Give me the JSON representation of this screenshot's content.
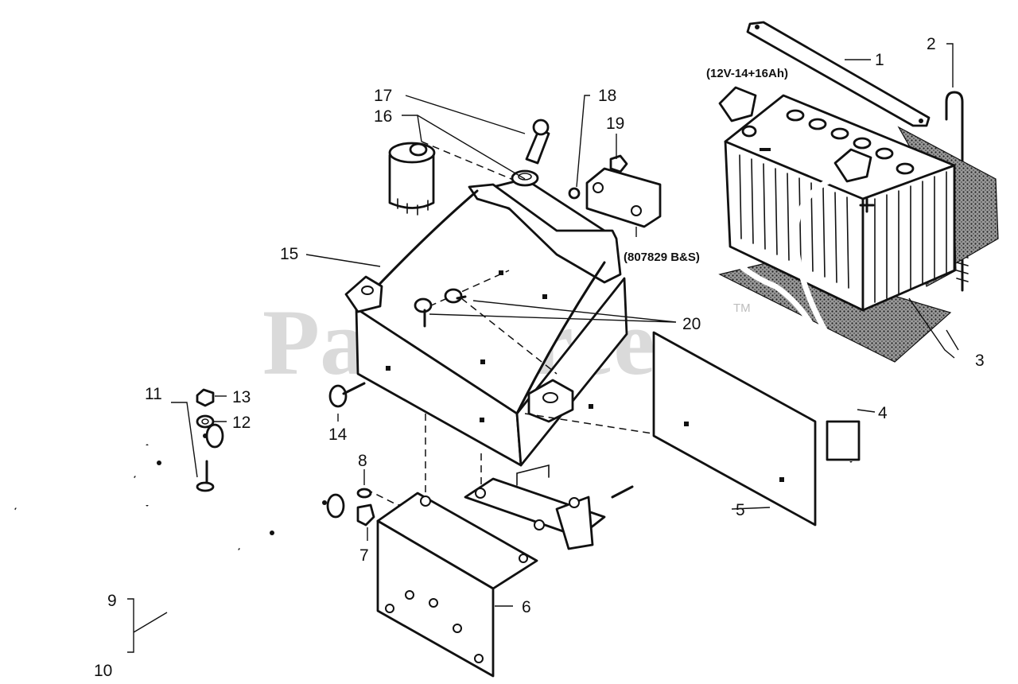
{
  "watermark": {
    "text": "PartsTree",
    "tm": "TM"
  },
  "callouts": {
    "c1": "1",
    "c2": "2",
    "c3": "3",
    "c4": "4",
    "c5": "5",
    "c6": "6",
    "c7": "7",
    "c8": "8",
    "c9": "9",
    "c10": "10",
    "c11": "11",
    "c12": "12",
    "c13": "13",
    "c14": "14",
    "c15": "15",
    "c16": "16",
    "c17": "17",
    "c18": "18",
    "c19": "19",
    "c20": "20"
  },
  "notes": {
    "battery_spec": "(12V-14+16Ah)",
    "part_ref": "(807829 B&S)"
  }
}
